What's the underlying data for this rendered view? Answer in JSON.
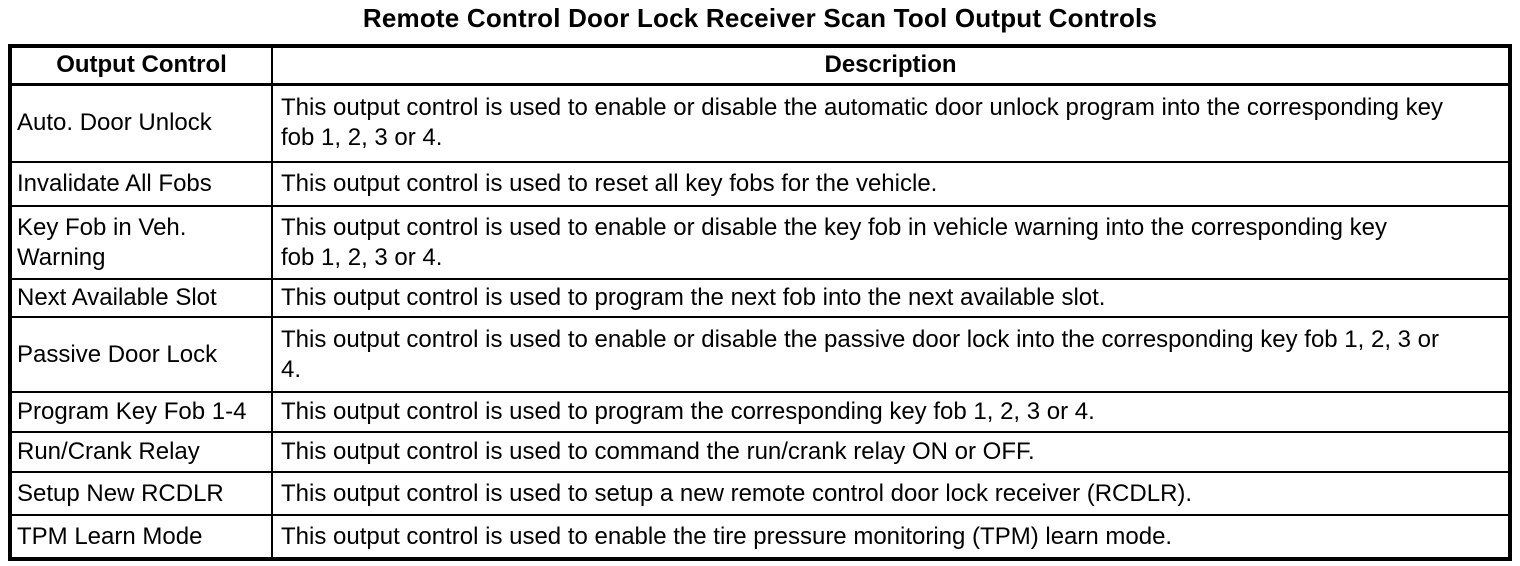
{
  "title": "Remote Control Door Lock Receiver Scan Tool Output Controls",
  "table": {
    "headers": {
      "control": "Output Control",
      "description": "Description"
    },
    "rows": [
      {
        "control": "Auto. Door Unlock",
        "description": "This output control is used to enable or disable the automatic door unlock program into the corresponding key\nfob 1, 2, 3 or 4."
      },
      {
        "control": "Invalidate All Fobs",
        "description": "This output control is used to reset all key fobs for the vehicle."
      },
      {
        "control": "Key Fob in Veh.\nWarning",
        "description": "This output control is used to enable or disable the key fob in vehicle warning into the corresponding key\nfob 1, 2, 3 or 4."
      },
      {
        "control": "Next Available Slot",
        "description": "This output control is used to program the next fob into the next available slot."
      },
      {
        "control": "Passive Door Lock",
        "description": "This output control is used to enable or disable the passive door lock into the corresponding key fob 1, 2, 3 or\n4."
      },
      {
        "control": "Program Key Fob 1-4",
        "description": "This output control is used to program the corresponding key fob 1, 2, 3 or 4."
      },
      {
        "control": "Run/Crank Relay",
        "description": "This output control is used to command the run/crank relay ON or OFF."
      },
      {
        "control": "Setup New RCDLR",
        "description": "This output control is used to setup a new remote control door lock receiver (RCDLR)."
      },
      {
        "control": "TPM Learn Mode",
        "description": "This output control is used to enable the tire pressure monitoring (TPM) learn mode."
      }
    ]
  }
}
